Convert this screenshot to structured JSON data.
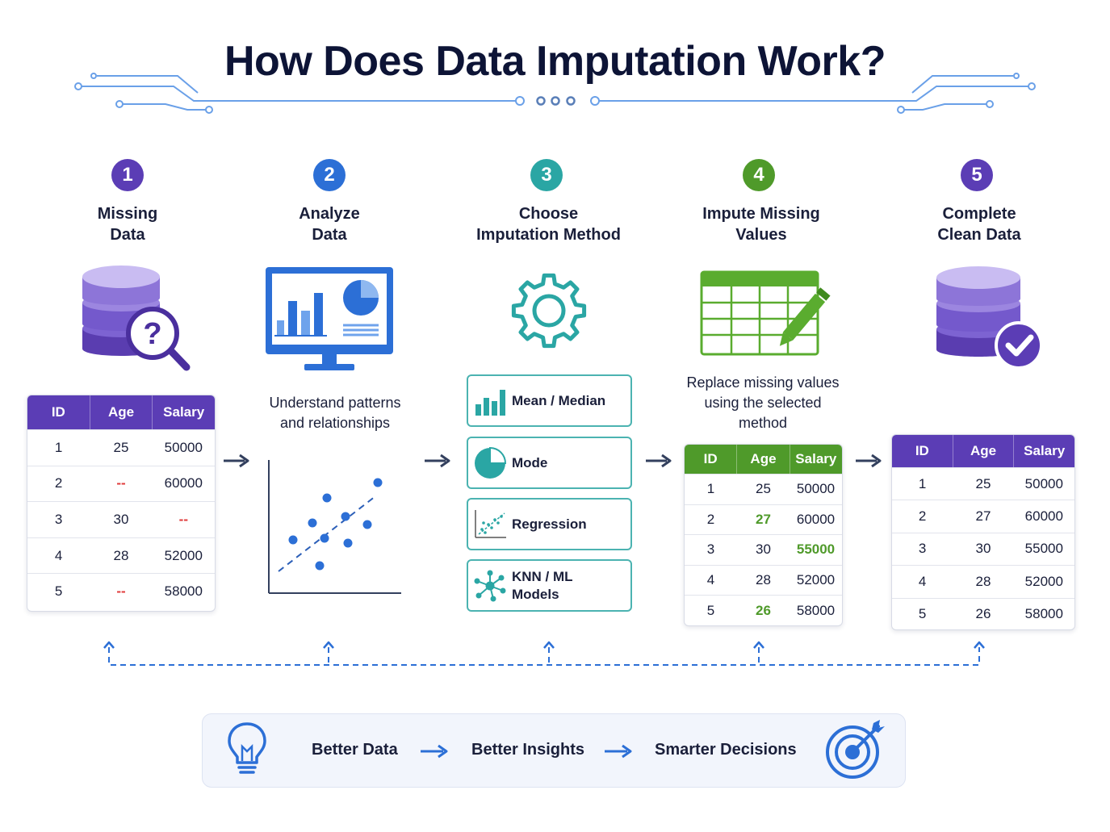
{
  "title": "How Does Data Imputation Work?",
  "colors": {
    "step1": "#5b3db5",
    "step2": "#2c6fd6",
    "step3": "#2aa6a4",
    "step4": "#4f9a2a",
    "step5": "#5b3db5",
    "accent_blue": "#2c6fd6",
    "missing_red": "#e03a3a",
    "filled_green": "#4f9a2a"
  },
  "steps": [
    {
      "num": "1",
      "title_line1": "Missing",
      "title_line2": "Data",
      "icon": "database-question-icon"
    },
    {
      "num": "2",
      "title_line1": "Analyze",
      "title_line2": "Data",
      "icon": "monitor-chart-icon"
    },
    {
      "num": "3",
      "title_line1": "Choose",
      "title_line2": "Imputation Method",
      "icon": "gear-icon"
    },
    {
      "num": "4",
      "title_line1": "Impute Missing",
      "title_line2": "Values",
      "icon": "spreadsheet-pencil-icon"
    },
    {
      "num": "5",
      "title_line1": "Complete",
      "title_line2": "Clean Data",
      "icon": "database-check-icon"
    }
  ],
  "table_headers": [
    "ID",
    "Age",
    "Salary"
  ],
  "missing_table": [
    [
      "1",
      "25",
      "50000"
    ],
    [
      "2",
      "--",
      "60000"
    ],
    [
      "3",
      "30",
      "--"
    ],
    [
      "4",
      "28",
      "52000"
    ],
    [
      "5",
      "--",
      "58000"
    ]
  ],
  "analyze_desc_line1": "Understand patterns",
  "analyze_desc_line2": "and relationships",
  "methods": [
    {
      "label_line1": "Mean / Median",
      "label_line2": "",
      "icon": "bar-chart-icon"
    },
    {
      "label_line1": "Mode",
      "label_line2": "",
      "icon": "pie-chart-icon"
    },
    {
      "label_line1": "Regression",
      "label_line2": "",
      "icon": "scatter-plot-icon"
    },
    {
      "label_line1": "KNN / ML",
      "label_line2": "Models",
      "icon": "network-icon"
    }
  ],
  "impute_desc_line1": "Replace missing values",
  "impute_desc_line2": "using the selected",
  "impute_desc_line3": "method",
  "imputed_table": [
    [
      "1",
      "25",
      "50000"
    ],
    [
      "2",
      "27",
      "60000"
    ],
    [
      "3",
      "30",
      "55000"
    ],
    [
      "4",
      "28",
      "52000"
    ],
    [
      "5",
      "26",
      "58000"
    ]
  ],
  "imputed_cells": [
    [
      1,
      1
    ],
    [
      2,
      2
    ],
    [
      4,
      1
    ]
  ],
  "clean_table": [
    [
      "1",
      "25",
      "50000"
    ],
    [
      "2",
      "27",
      "60000"
    ],
    [
      "3",
      "30",
      "55000"
    ],
    [
      "4",
      "28",
      "52000"
    ],
    [
      "5",
      "26",
      "58000"
    ]
  ],
  "banner": {
    "item1": "Better Data",
    "item2": "Better Insights",
    "item3": "Smarter Decisions"
  }
}
